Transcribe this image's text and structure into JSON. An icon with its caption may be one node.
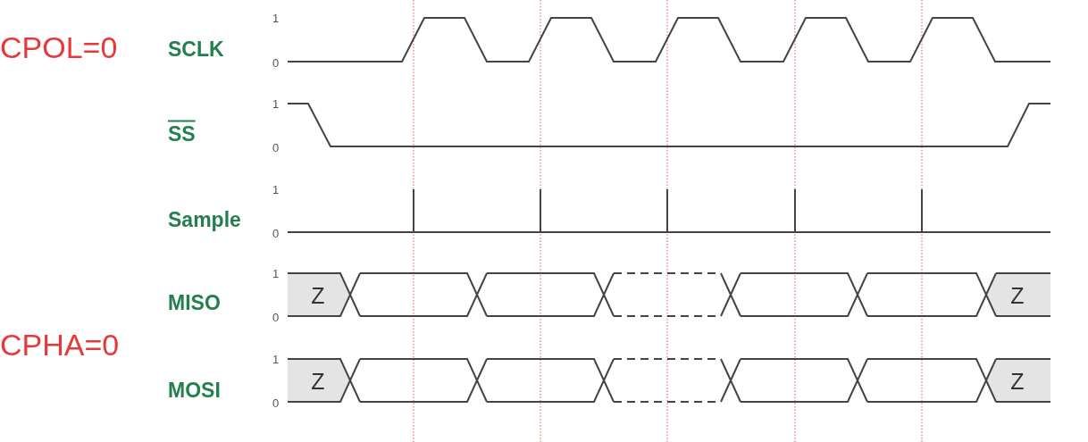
{
  "diagram": {
    "labels": [
      "CPOL=0",
      "SCLK",
      "1",
      "0",
      "SS",
      "1",
      "0",
      "Sample",
      "1",
      "0",
      "MISO",
      "1",
      "0",
      "Z",
      "Z",
      "CPHA=0",
      "MOSI",
      "1",
      "0",
      "Z",
      "Z"
    ]
  }
}
